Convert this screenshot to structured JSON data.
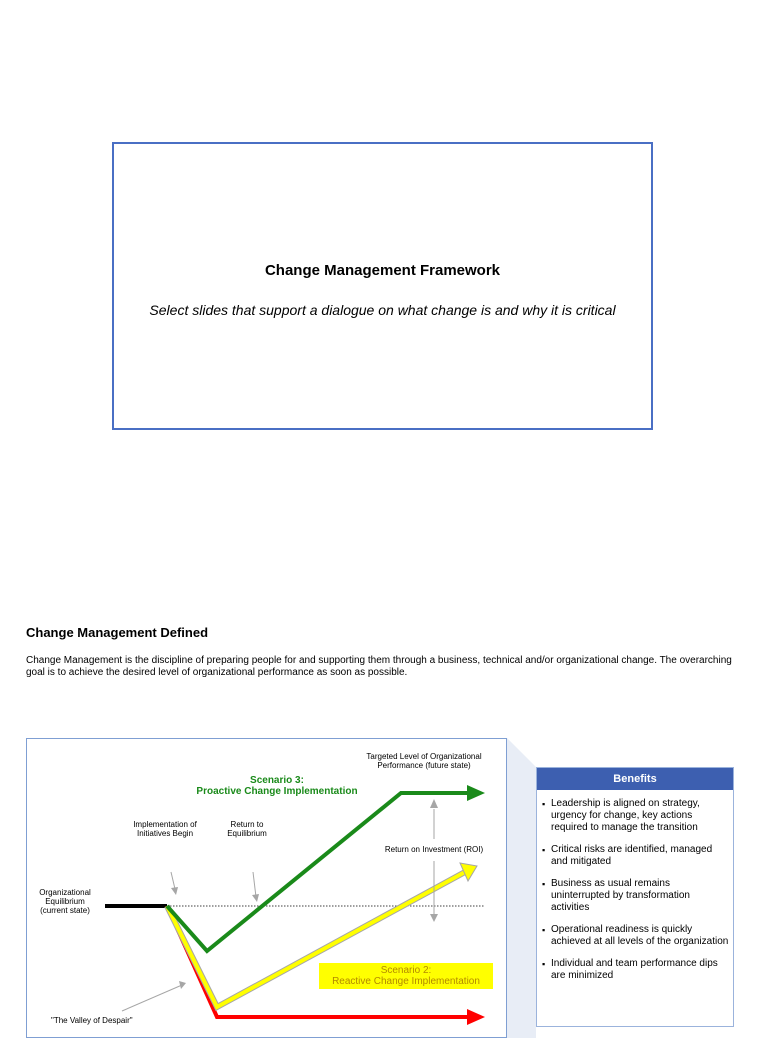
{
  "slide1": {
    "title": "Change Management Framework",
    "subtitle": "Select slides that support a dialogue on what change is and why it is critical"
  },
  "slide2": {
    "title": "Change Management Defined",
    "body": "Change Management is the discipline of preparing people for and supporting them through a business, technical and/or organizational change.  The overarching goal is to achieve the desired level of organizational performance as soon as possible.",
    "diagram": {
      "targeted_level_line1": "Targeted Level of Organizational",
      "targeted_level_line2": "Performance (future state)",
      "scenario3_line1": "Scenario 3:",
      "scenario3_line2": "Proactive Change Implementation",
      "implementation_line1": "Implementation of",
      "implementation_line2": "Initiatives Begin",
      "return_eq_line1": "Return to",
      "return_eq_line2": "Equilibrium",
      "roi": "Return on Investment (ROI)",
      "org_eq_line1": "Organizational",
      "org_eq_line2": "Equilibrium",
      "org_eq_line3": "(current state)",
      "scenario2_line1": "Scenario 2:",
      "scenario2_line2": "Reactive Change Implementation",
      "valley": "\"The Valley of Despair\"",
      "colors": {
        "green": "#1a8a1a",
        "yellow": "#ffff00",
        "red": "#ff0000",
        "black": "#000000",
        "gray_arrow": "#a6a6a6"
      }
    },
    "benefits": {
      "header": "Benefits",
      "items": [
        "Leadership is aligned on strategy, urgency for change, key actions required to manage the transition",
        "Critical risks are identified, managed and mitigated",
        "Business as usual remains uninterrupted by transformation activities",
        "Operational readiness is quickly achieved at all levels of the organization",
        "Individual and team performance dips are minimized"
      ]
    }
  }
}
